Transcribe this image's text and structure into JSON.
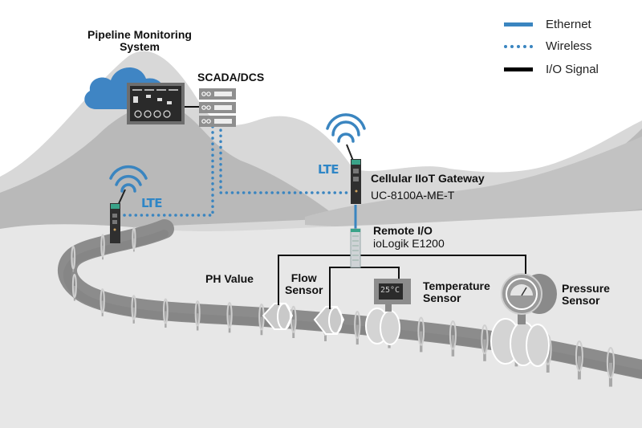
{
  "title": "Pipeline Monitoring System",
  "legend": {
    "items": [
      {
        "label": "Ethernet",
        "style": "solid",
        "color": "#3a85c0"
      },
      {
        "label": "Wireless",
        "style": "dotted",
        "color": "#3a85c0"
      },
      {
        "label": "I/O Signal",
        "style": "solid",
        "color": "#000000"
      }
    ]
  },
  "nodes": {
    "cloud_system": {
      "label": "Pipeline Monitoring System"
    },
    "scada": {
      "label": "SCADA/DCS"
    },
    "gateway": {
      "label": "Cellular IIoT Gateway",
      "model": "UC-8100A-ME-T",
      "link": "LTE"
    },
    "remote_gateway": {
      "link": "LTE"
    },
    "remote_io": {
      "label": "Remote I/O",
      "model": "ioLogik E1200"
    }
  },
  "sensors": [
    {
      "label": "PH Value"
    },
    {
      "label_line1": "Flow",
      "label_line2": "Sensor"
    },
    {
      "label_line1": "Temperature",
      "label_line2": "Sensor",
      "display": "25°C"
    },
    {
      "label_line1": "Pressure",
      "label_line2": "Sensor"
    }
  ],
  "colors": {
    "accent_blue": "#3a85c0",
    "cloud": "#3f85c4",
    "pipe": "#8a8a8a",
    "mountain_far": "#d6d6d6",
    "mountain_mid": "#b8b8b8",
    "ground": "#e6e6e6"
  }
}
